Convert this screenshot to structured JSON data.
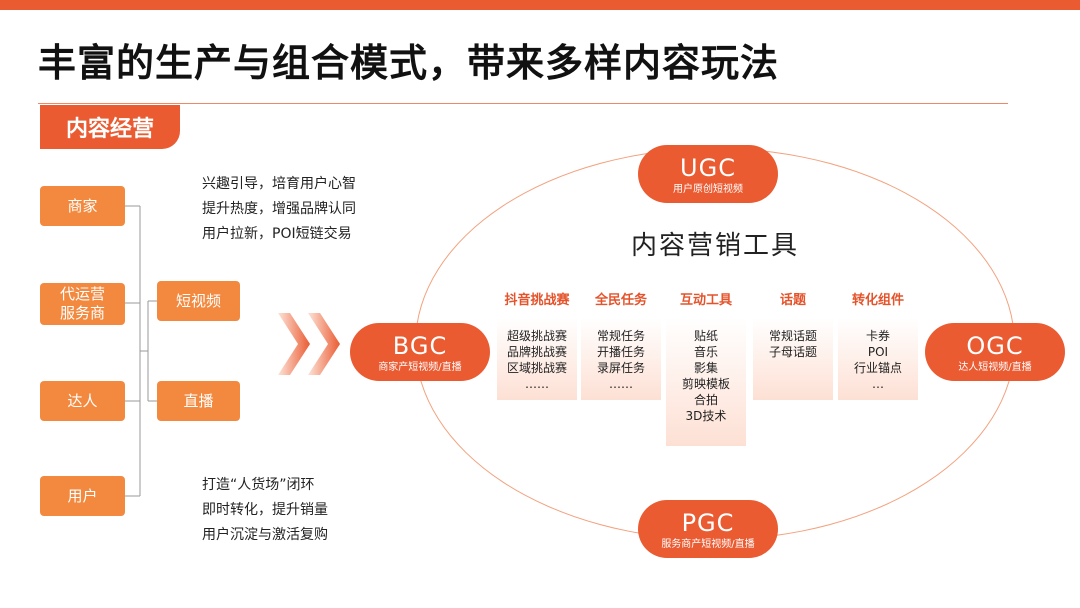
{
  "header": {
    "title": "丰富的生产与组合模式，带来多样内容玩法"
  },
  "section": {
    "tag": "内容经营"
  },
  "left_boxes": {
    "merchant": "商家",
    "agency_line1": "代运营",
    "agency_line2": "服务商",
    "influencer": "达人",
    "user": "用户",
    "short_video": "短视频",
    "live": "直播"
  },
  "notes": {
    "top": [
      "兴趣引导，培育用户心智",
      "提升热度，增强品牌认同",
      "用户拉新，POI短链交易"
    ],
    "bottom": [
      "打造“人货场”闭环",
      "即时转化，提升销量",
      "用户沉淀与激活复购"
    ]
  },
  "nodes": {
    "ugc": {
      "name": "UGC",
      "sub": "用户原创短视频"
    },
    "bgc": {
      "name": "BGC",
      "sub": "商家产短视频/直播"
    },
    "ogc": {
      "name": "OGC",
      "sub": "达人短视频/直播"
    },
    "pgc": {
      "name": "PGC",
      "sub": "服务商产短视频/直播"
    }
  },
  "tools": {
    "title": "内容营销工具",
    "columns": [
      {
        "head": "抖音挑战赛",
        "items": [
          "超级挑战赛",
          "品牌挑战赛",
          "区域挑战赛",
          "……"
        ]
      },
      {
        "head": "全民任务",
        "items": [
          "常规任务",
          "开播任务",
          "录屏任务",
          "……"
        ]
      },
      {
        "head": "互动工具",
        "items": [
          "贴纸",
          "音乐",
          "影集",
          "剪映模板",
          "合拍",
          "3D技术"
        ]
      },
      {
        "head": "话题",
        "items": [
          "常规话题",
          "子母话题"
        ]
      },
      {
        "head": "转化组件",
        "items": [
          "卡券",
          "POI",
          "行业锚点",
          "…"
        ]
      }
    ]
  },
  "colors": {
    "accent": "#ea5b32",
    "box": "#f2893f",
    "ellipse": "#f3a17e"
  }
}
